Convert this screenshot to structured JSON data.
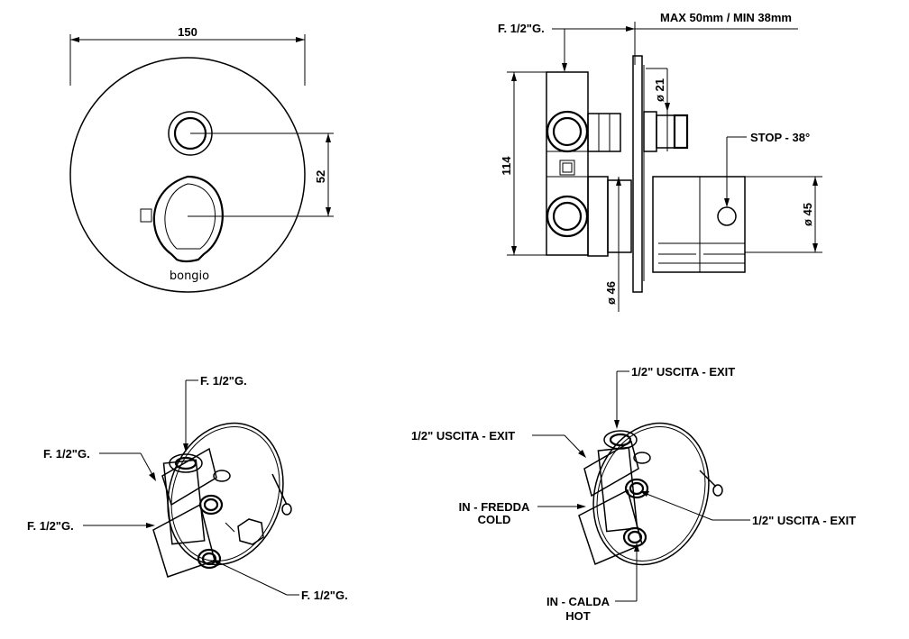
{
  "front_view": {
    "dim_width": "150",
    "dim_height": "52",
    "brand": "bongio"
  },
  "side_view": {
    "label_thread": "F. 1/2\"G.",
    "label_depth": "MAX 50mm / MIN 38mm",
    "dim_d21": "ø 21",
    "dim_114": "114",
    "dim_d46": "ø 46",
    "dim_d45": "ø 45",
    "label_stop": "STOP - 38°"
  },
  "iso_left": {
    "label_top": "F. 1/2\"G.",
    "label_left_upper": "F. 1/2\"G.",
    "label_left_lower": "F. 1/2\"G.",
    "label_bottom": "F. 1/2\"G."
  },
  "iso_right": {
    "label_top": "1/2\" USCITA - EXIT",
    "label_left": "1/2\" USCITA - EXIT",
    "label_cold_1": "IN - FREDDA",
    "label_cold_2": "COLD",
    "label_right": "1/2\" USCITA - EXIT",
    "label_hot_1": "IN - CALDA",
    "label_hot_2": "HOT"
  }
}
